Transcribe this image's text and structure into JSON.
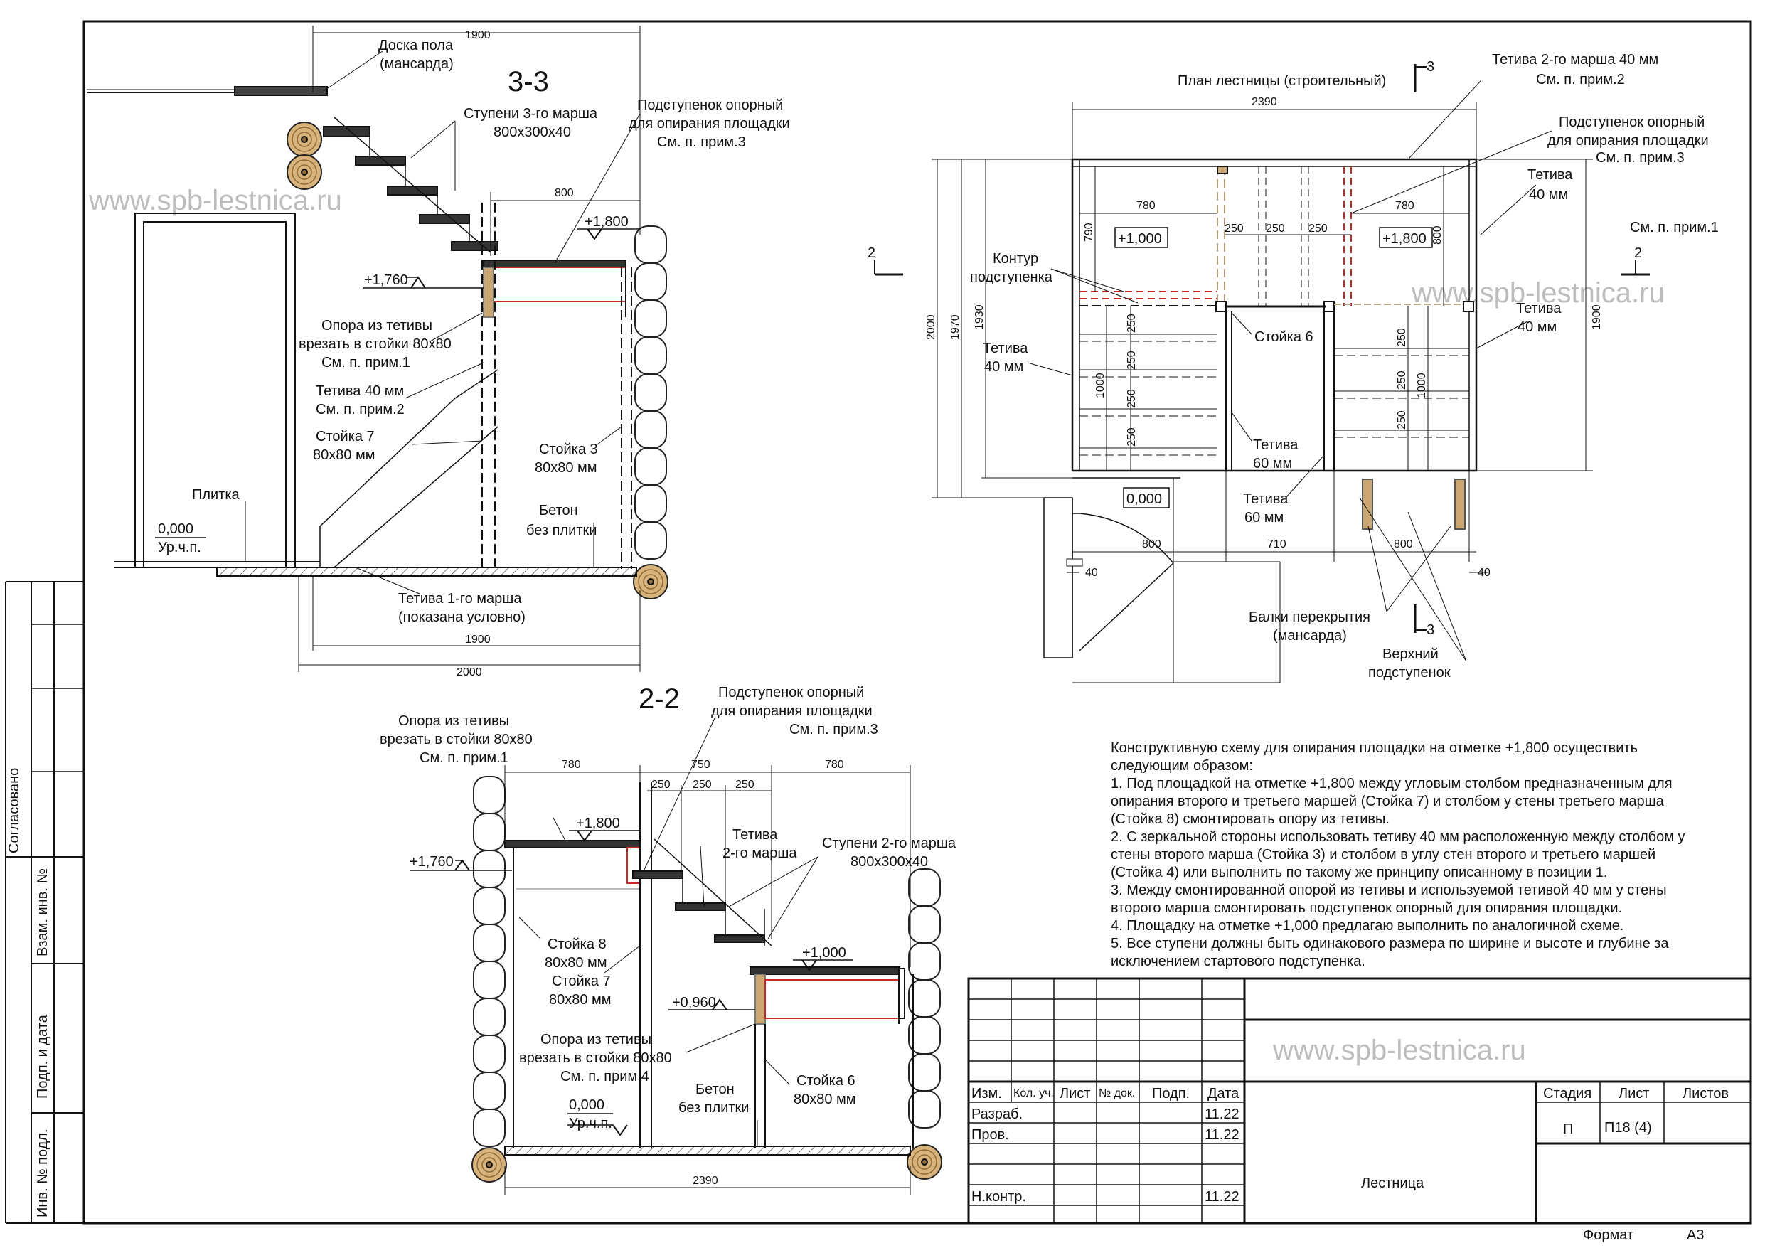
{
  "watermark": "www.spb-lestnica.ru",
  "side_stamp": {
    "soglasovano": "Согласовано",
    "vzam_inv": "Взам. инв. №",
    "podp_data": "Подп. и дата",
    "inv_podl": "Инв. № подл."
  },
  "section33": {
    "title": "3-3",
    "dim_top": "1900",
    "dim_800": "800",
    "dim_bot1": "1900",
    "dim_bot2": "2000",
    "lvl_1800": "+1,800",
    "lvl_1760": "+1,760",
    "lvl_0": "0,000",
    "ur_ch_p": "Ур.ч.п.",
    "labels": {
      "doska_1": "Доска пола",
      "doska_2": "(мансарда)",
      "stup3_1": "Ступени 3-го марша",
      "stup3_2": "800x300x40",
      "podst_1": "Подступенок опорный",
      "podst_2": "для опирания площадки",
      "podst_3": "См. п. прим.3",
      "opora_1": "Опора из тетивы",
      "opora_2": "врезать в стойки 80x80",
      "opora_3": "См. п. прим.1",
      "tetiva_1": "Тетива 40 мм",
      "tetiva_2": "См. п. прим.2",
      "stoyka7_1": "Стойка 7",
      "stoyka7_2": "80x80 мм",
      "stoyka3_1": "Стойка 3",
      "stoyka3_2": "80x80 мм",
      "plitka": "Плитка",
      "beton_1": "Бетон",
      "beton_2": "без плитки",
      "tet1_1": "Тетива 1-го марша",
      "tet1_2": "(показана условно)"
    }
  },
  "section22": {
    "title": "2-2",
    "dims_top": [
      "780",
      "750",
      "780"
    ],
    "dims_250": [
      "250",
      "250",
      "250"
    ],
    "dim_bot": "2390",
    "lvl_1800": "+1,800",
    "lvl_1760": "+1,760",
    "lvl_1000": "+1,000",
    "lvl_0960": "+0,960",
    "lvl_0": "0,000",
    "ur_ch_p": "Ур.ч.п.",
    "labels": {
      "podst_1": "Подступенок опорный",
      "podst_2": "для опирания площадки",
      "podst_3": "См. п. прим.3",
      "opora_1": "Опора из тетивы",
      "opora_2": "врезать в стойки 80x80",
      "opora_3": "См. п. прим.1",
      "tetiva2_1": "Тетива",
      "tetiva2_2": "2-го марша",
      "stup2_1": "Ступени 2-го марша",
      "stup2_2": "800x300x40",
      "stoyka8_1": "Стойка 8",
      "stoyka8_2": "80x80 мм",
      "stoyka7_1": "Стойка 7",
      "stoyka7_2": "80x80 мм",
      "opora4_1": "Опора из тетивы",
      "opora4_2": "врезать в стойки 80x80",
      "opora4_3": "См. п. прим.4",
      "beton_1": "Бетон",
      "beton_2": "без плитки",
      "stoyka6_1": "Стойка 6",
      "stoyka6_2": "80x80 мм"
    }
  },
  "plan": {
    "title": "План лестницы (строительный)",
    "cut3": "3",
    "cut2": "2",
    "dim_top": "2390",
    "dim_780a": "780",
    "dim_780b": "780",
    "dims_250": [
      "250",
      "250",
      "250"
    ],
    "dim_790": "790",
    "dim_800r": "800",
    "dim_2000": "2000",
    "dim_1970": "1970",
    "dim_1930": "1930",
    "dim_1900": "1900",
    "dim_1000l": "1000",
    "dim_1000r": "1000",
    "dims_250_left": [
      "250",
      "250",
      "250",
      "250"
    ],
    "dims_250_right": [
      "250",
      "250",
      "250"
    ],
    "dims_bot": [
      "800",
      "710",
      "800"
    ],
    "dim_40l": "40",
    "dim_40r": "40",
    "lvl_1000": "+1,000",
    "lvl_1800": "+1,800",
    "lvl_0": "0,000",
    "labels": {
      "tet2_1": "Тетива 2-го марша 40 мм",
      "tet2_2": "См. п. прим.2",
      "podst_1": "Подступенок опорный",
      "podst_2": "для опирания площадки",
      "podst_3": "См. п. прим.3",
      "tet40r_1": "Тетива",
      "tet40r_2": "40 мм",
      "prim1": "См. п. прим.1",
      "kontur_1": "Контур",
      "kontur_2": "подступенка",
      "stoyka6": "Стойка 6",
      "tet40l_1": "Тетива",
      "tet40l_2": "40 мм",
      "tet40r2_1": "Тетива",
      "tet40r2_2": "40 мм",
      "tet60a_1": "Тетива",
      "tet60a_2": "60 мм",
      "tet60b_1": "Тетива",
      "tet60b_2": "60 мм",
      "balki_1": "Балки перекрытия",
      "balki_2": "(мансарда)",
      "verh_1": "Верхний",
      "verh_2": "подступенок"
    }
  },
  "notes": [
    "Конструктивную схему для опирания площадки на отметке  +1,800 осуществить",
    "следующим образом:",
    "1. Под площадкой на отметке +1,800 между угловым столбом предназначенным для",
    "опирания второго и третьего маршей  (Стойка 7) и столбом у стены третьего марша",
    "(Стойка 8) смонтировать опору из тетивы.",
    "2. С зеркальной стороны использовать тетиву 40 мм расположенную между столбом у",
    "стены второго марша (Стойка 3) и столбом в углу стен второго и третьего маршей",
    "(Стойка 4) или выполнить по такому же принципу описанному в позиции  1.",
    "3. Между смонтированной опорой из тетивы и используемой тетивой  40 мм у стены",
    "второго марша смонтировать подступенок опорный для опирания площадки.",
    "4. Площадку на отметке +1,000 предлагаю выполнить по аналогичной схеме.",
    "5. Все ступени должны быть одинакового размера по ширине и высоте и глубине за",
    "исключением стартового подступенка."
  ],
  "title_block": {
    "izm": "Изм.",
    "kol_uch": "Кол. уч.",
    "list": "Лист",
    "n_dok": "№ док.",
    "podp": "Подп.",
    "data": "Дата",
    "razrab": "Разраб.",
    "prov": "Пров.",
    "n_kontr": "Н.контр.",
    "date1": "11.22",
    "date2": "11.22",
    "date3": "11.22",
    "stadiya": "Стадия",
    "list_h": "Лист",
    "listov": "Листов",
    "stadiya_v": "П",
    "list_v": "П18 (4)",
    "name": "Лестница",
    "format_label": "Формат",
    "format_value": "А3"
  }
}
